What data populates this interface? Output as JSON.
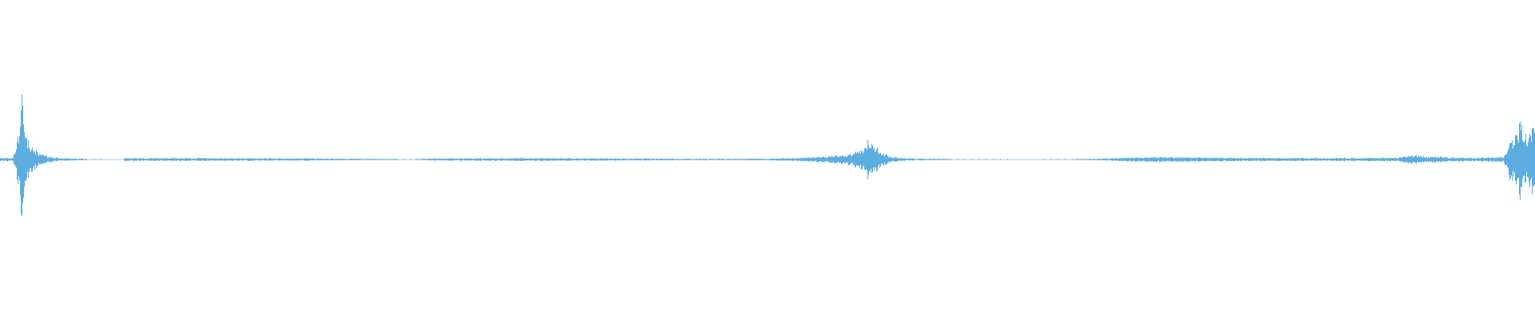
{
  "waveform": {
    "color": "#5dade2",
    "baseline_color": "#9fcdef",
    "background": "#ffffff",
    "duration_fraction_scale": [
      0,
      1
    ],
    "amplitude_scale": [
      -1,
      1
    ],
    "envelope": [
      [
        0.0,
        0.01
      ],
      [
        0.008,
        0.012
      ],
      [
        0.01,
        0.06
      ],
      [
        0.012,
        0.2
      ],
      [
        0.0135,
        0.42
      ],
      [
        0.015,
        0.32
      ],
      [
        0.017,
        0.17
      ],
      [
        0.02,
        0.09
      ],
      [
        0.025,
        0.04
      ],
      [
        0.032,
        0.02
      ],
      [
        0.04,
        0.01
      ],
      [
        0.055,
        0.005
      ],
      [
        0.07,
        0.002
      ],
      [
        0.08,
        0.0
      ],
      [
        0.081,
        0.012
      ],
      [
        0.1,
        0.01
      ],
      [
        0.2,
        0.008
      ],
      [
        0.26,
        0.003
      ],
      [
        0.27,
        0.0
      ],
      [
        0.28,
        0.008
      ],
      [
        0.35,
        0.01
      ],
      [
        0.4,
        0.008
      ],
      [
        0.45,
        0.005
      ],
      [
        0.5,
        0.006
      ],
      [
        0.53,
        0.015
      ],
      [
        0.55,
        0.03
      ],
      [
        0.56,
        0.07
      ],
      [
        0.566,
        0.15
      ],
      [
        0.57,
        0.09
      ],
      [
        0.575,
        0.05
      ],
      [
        0.58,
        0.02
      ],
      [
        0.59,
        0.008
      ],
      [
        0.62,
        0.004
      ],
      [
        0.66,
        0.002
      ],
      [
        0.67,
        0.0
      ],
      [
        0.7,
        0.001
      ],
      [
        0.72,
        0.008
      ],
      [
        0.75,
        0.018
      ],
      [
        0.8,
        0.012
      ],
      [
        0.85,
        0.01
      ],
      [
        0.91,
        0.012
      ],
      [
        0.92,
        0.03
      ],
      [
        0.93,
        0.02
      ],
      [
        0.96,
        0.012
      ],
      [
        0.98,
        0.02
      ],
      [
        0.985,
        0.15
      ],
      [
        0.99,
        0.25
      ],
      [
        0.995,
        0.16
      ],
      [
        1.0,
        0.22
      ]
    ],
    "gaps": [
      [
        0.07,
        0.08
      ],
      [
        0.66,
        0.7
      ]
    ],
    "dotted_gaps": [
      [
        0.056,
        0.07
      ],
      [
        0.26,
        0.27
      ],
      [
        0.62,
        0.66
      ],
      [
        0.68,
        0.7
      ]
    ]
  }
}
